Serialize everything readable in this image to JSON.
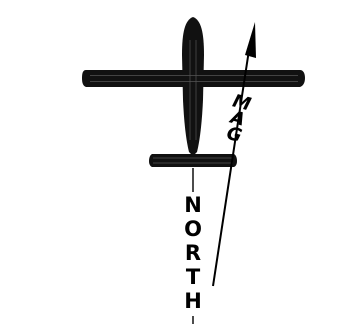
{
  "diagram": {
    "true_north_label": [
      "N",
      "O",
      "R",
      "T",
      "H"
    ],
    "magnetic_label": [
      "M",
      "A",
      "G"
    ],
    "colors": {
      "ink": "#000000",
      "background": "#ffffff",
      "highlight": "#555555"
    }
  }
}
